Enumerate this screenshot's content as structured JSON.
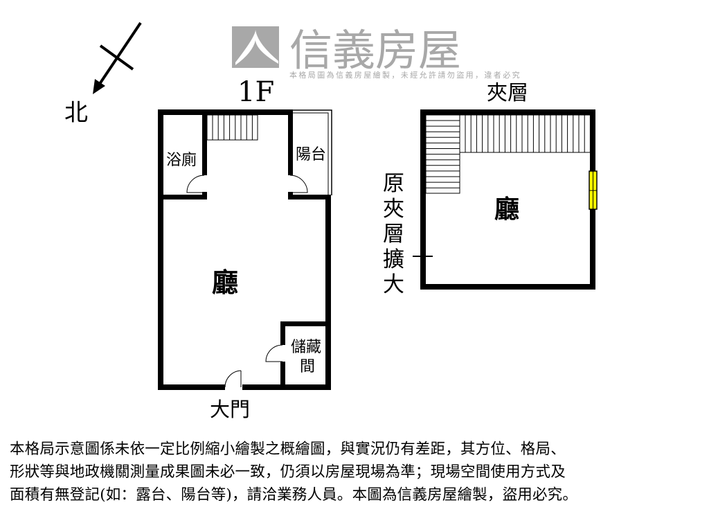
{
  "compass": {
    "north_label": "北"
  },
  "floor1": {
    "title": "1F",
    "rooms": {
      "bathroom": "浴廁",
      "balcony": "陽台",
      "living": "廳",
      "storage_line1": "儲藏",
      "storage_line2": "間",
      "main_door": "大門"
    }
  },
  "mezzanine": {
    "title": "夾層",
    "living": "廳",
    "expansion_note": [
      "原",
      "夾",
      "層",
      "擴",
      "大"
    ],
    "window_color": "#ffff00"
  },
  "watermark": {
    "brand": "信義房屋",
    "notice": "本格局圖為信義房屋繪製，未經允許請勿盜用，違者必究",
    "color": "#a8a8a8"
  },
  "disclaimer": {
    "lines": [
      "本格局示意圖係未依一定比例縮小繪製之概繪圖，與實況仍有差距，其方位、格局、",
      "形狀等與地政機關測量成果圖未必一致，仍須以房屋現場為準；現場空間使用方式及",
      "面積有無登記(如：露台、陽台等)，請洽業務人員。本圖為信義房屋繪製，盜用必究。"
    ]
  }
}
